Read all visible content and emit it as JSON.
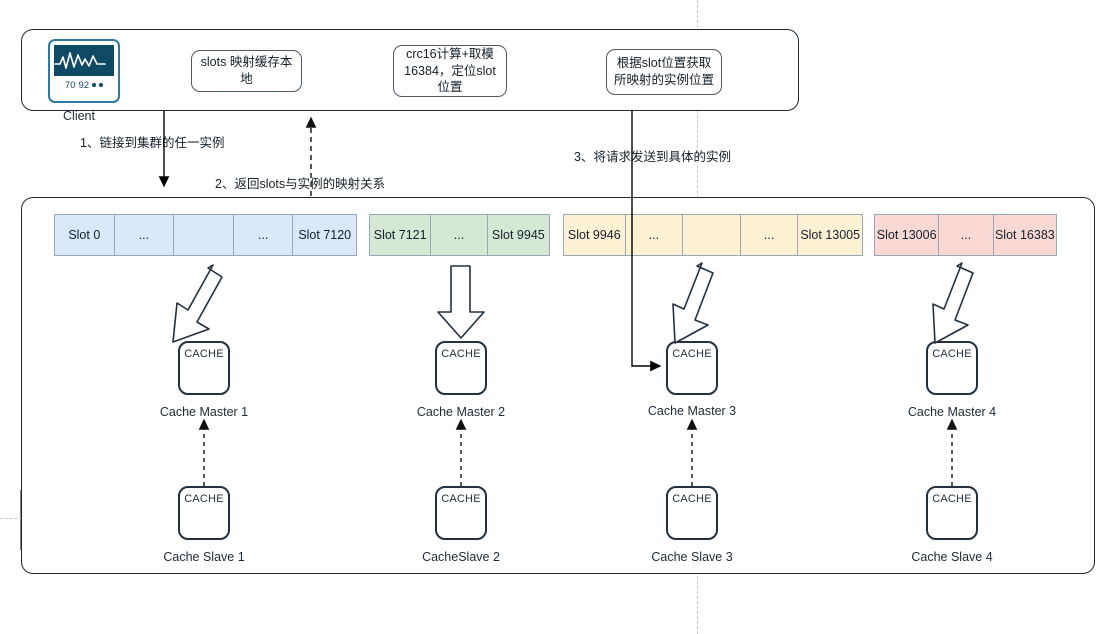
{
  "diagram": {
    "title": "Redis Cluster slot mapping diagram",
    "client": {
      "icon_name": "monitor-waveform-icon",
      "readout_left": "70",
      "readout_right": "92",
      "caption": "Client"
    },
    "notes": [
      {
        "id": "note-slots-cache",
        "text": "slots 映射缓存本地"
      },
      {
        "id": "note-crc16",
        "text": "crc16计算+取模16384，定位slot位置"
      },
      {
        "id": "note-locate-instance",
        "text": "根据slot位置获取所映射的实例位置"
      }
    ],
    "flows": [
      {
        "id": "flow-1",
        "text": "1、链接到集群的任一实例"
      },
      {
        "id": "flow-2",
        "text": "2、返回slots与实例的映射关系"
      },
      {
        "id": "flow-3",
        "text": "3、将请求发送到具体的实例"
      }
    ],
    "slot_bars": [
      {
        "id": "slot-range-1",
        "color": "#dae8fc",
        "border": "#9aa7b5",
        "cells": [
          "Slot 0",
          "...",
          "",
          "...",
          "Slot 7120"
        ]
      },
      {
        "id": "slot-range-2",
        "color": "#d5e8d4",
        "border": "#9aa7b5",
        "cells": [
          "Slot 7121",
          "...",
          "Slot 9945"
        ]
      },
      {
        "id": "slot-range-3",
        "color": "#fdf1d4",
        "border": "#9aa7b5",
        "cells": [
          "Slot 9946",
          "...",
          "",
          "...",
          "Slot 13005"
        ]
      },
      {
        "id": "slot-range-4",
        "color": "#fad9d5",
        "border": "#9aa7b5",
        "cells": [
          "Slot 13006",
          "...",
          "Slot 16383"
        ]
      }
    ],
    "cache_label": "CACHE",
    "masters": [
      {
        "id": "cache-master-1",
        "caption": "Cache Master 1"
      },
      {
        "id": "cache-master-2",
        "caption": "Cache Master 2"
      },
      {
        "id": "cache-master-3",
        "caption": "Cache Master 3"
      },
      {
        "id": "cache-master-4",
        "caption": "Cache Master 4"
      }
    ],
    "slaves": [
      {
        "id": "cache-slave-1",
        "caption": "Cache Slave 1"
      },
      {
        "id": "cache-slave-2",
        "caption": "CacheSlave 2"
      },
      {
        "id": "cache-slave-3",
        "caption": "Cache Slave 3"
      },
      {
        "id": "cache-slave-4",
        "caption": "Cache Slave 4"
      }
    ],
    "colors": {
      "stroke": "#1f2a37",
      "node_stroke": "#23303f",
      "guide": "#c9c9c9",
      "guide_solid": "#808080",
      "client_accent": "#0e4a63"
    }
  }
}
